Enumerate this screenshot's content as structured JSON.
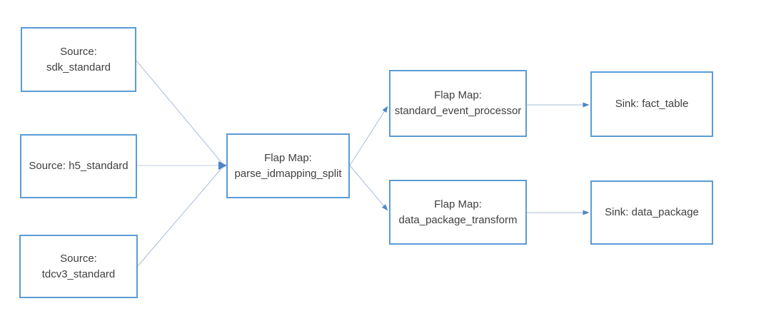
{
  "diagram": {
    "colors": {
      "node_border": "#5b9bd5",
      "edge_line": "#a8bcd8",
      "arrowhead": "#4e86c6",
      "text": "#3f3f3f",
      "background": "#ffffff"
    },
    "nodes": [
      {
        "id": "source-sdk",
        "label": "Source: sdk_standard"
      },
      {
        "id": "source-h5",
        "label": "Source: h5_standard"
      },
      {
        "id": "source-tdcv3",
        "label": "Source:\ntdcv3_standard"
      },
      {
        "id": "flatmap-parse",
        "label": "Flap Map:\nparse_idmapping_split"
      },
      {
        "id": "flatmap-event",
        "label": "Flap Map:\nstandard_event_processor"
      },
      {
        "id": "flatmap-package",
        "label": "Flap Map:\ndata_package_transform"
      },
      {
        "id": "sink-fact",
        "label": "Sink: fact_table"
      },
      {
        "id": "sink-package",
        "label": "Sink: data_package"
      }
    ],
    "edges": [
      {
        "from": "source-sdk",
        "to": "flatmap-parse"
      },
      {
        "from": "source-h5",
        "to": "flatmap-parse"
      },
      {
        "from": "source-tdcv3",
        "to": "flatmap-parse"
      },
      {
        "from": "flatmap-parse",
        "to": "flatmap-event"
      },
      {
        "from": "flatmap-parse",
        "to": "flatmap-package"
      },
      {
        "from": "flatmap-event",
        "to": "sink-fact"
      },
      {
        "from": "flatmap-package",
        "to": "sink-package"
      }
    ]
  }
}
